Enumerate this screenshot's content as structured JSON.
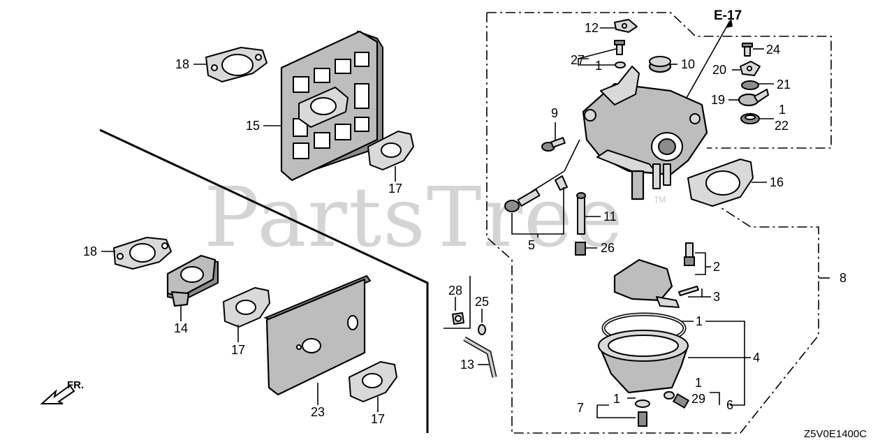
{
  "watermark": {
    "text": "PartsTree",
    "mark": "TM"
  },
  "reference": "E-17",
  "diagram_code": "Z5V0E1400C",
  "direction_label": "FR.",
  "callouts": {
    "c1_a": "1",
    "c1_b": "1",
    "c1_c": "1",
    "c1_d": "1",
    "c1_e": "1",
    "c2": "2",
    "c3": "3",
    "c4": "4",
    "c5": "5",
    "c6": "6",
    "c7": "7",
    "c8": "8",
    "c9": "9",
    "c10": "10",
    "c11": "11",
    "c12": "12",
    "c13": "13",
    "c14": "14",
    "c15": "15",
    "c16": "16",
    "c17_a": "17",
    "c17_b": "17",
    "c17_c": "17",
    "c18_a": "18",
    "c18_b": "18",
    "c19": "19",
    "c20": "20",
    "c21": "21",
    "c22": "22",
    "c23": "23",
    "c24": "24",
    "c25": "25",
    "c26": "26",
    "c27": "27",
    "c28": "28",
    "c29": "29"
  }
}
